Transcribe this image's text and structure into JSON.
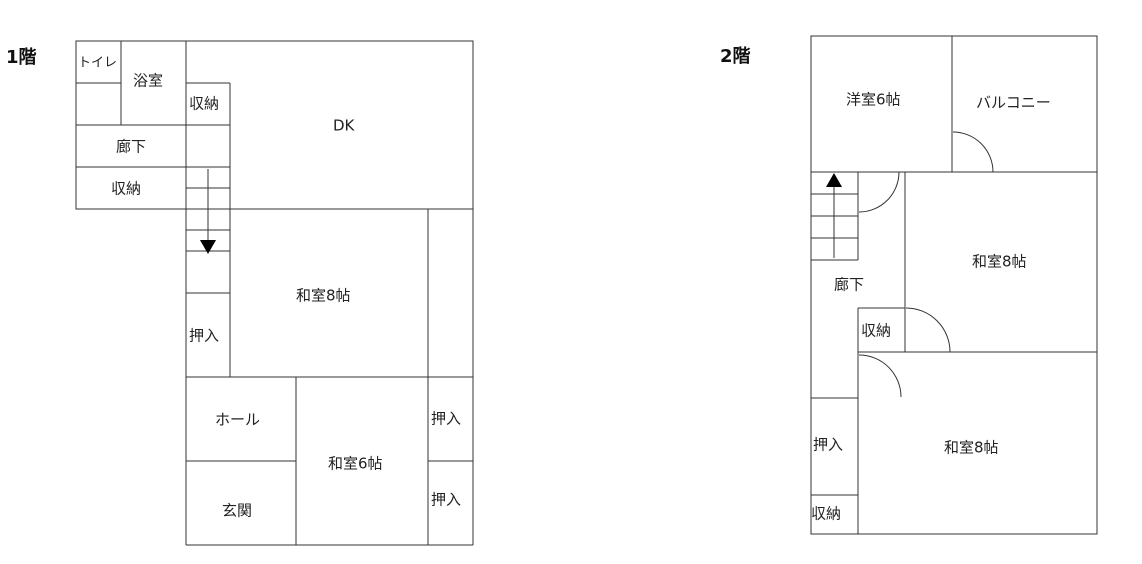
{
  "floor1": {
    "title": "1階",
    "rooms": {
      "toilet": "トイレ",
      "bath": "浴室",
      "storage_upper": "収納",
      "dk": "DK",
      "hallway": "廊下",
      "storage_lower": "収納",
      "washitsu8": "和室8帖",
      "oshiire_left": "押入",
      "hall": "ホール",
      "entrance": "玄関",
      "washitsu6": "和室6帖",
      "oshiire_right_top": "押入",
      "oshiire_right_bottom": "押入"
    }
  },
  "floor2": {
    "title": "2階",
    "rooms": {
      "youshitsu6": "洋室6帖",
      "balcony": "バルコニー",
      "washitsu8_upper": "和室8帖",
      "hallway": "廊下",
      "storage_mid": "収納",
      "oshiire": "押入",
      "washitsu8_lower": "和室8帖",
      "storage_bottom": "収納"
    }
  }
}
